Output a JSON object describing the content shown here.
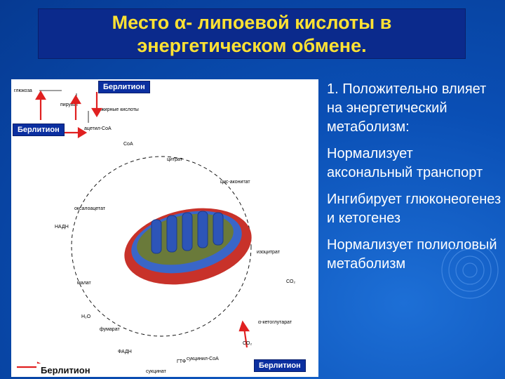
{
  "slide": {
    "title_line1": "Место α- липоевой  кислоты в",
    "title_line2": "энергетическом  обмене."
  },
  "tags": {
    "top": "Берлитион",
    "left": "Берлитион",
    "bottom_left": "Берлитион",
    "bottom_right": "Берлитион"
  },
  "diagram": {
    "top_left": [
      "глюкоза",
      "пируват",
      "жирные кислоты"
    ],
    "acetyl": "ацетил-СоА",
    "coa": "CoA",
    "citrate": "цитрат",
    "cis_aconitate": "цис-аконитат",
    "isocitrate": "изоцитрат",
    "alpha_kg": "α-кетоглутарат",
    "succinyl": "сукцинил-СоА",
    "succinate": "сукцинат",
    "fumarate": "фумарат",
    "malate": "малат",
    "oxaloacetate": "оксалоацетат",
    "nadh": "НАДН",
    "fadh": "ФАДН",
    "gtp": "ГТФ",
    "h2o": "H₂O",
    "co2": "CO₂"
  },
  "bullets": [
    "1. Положительно влияет на энергетический метаболизм:",
    "Нормализует аксональный транспорт",
    "Ингибирует глюконеогенез и кетогенез",
    "Нормализует полиоловый метаболизм"
  ],
  "colors": {
    "title_bg": "#0b2a8c",
    "title_text": "#ffe233",
    "arrow": "#e02020",
    "mitochondrion": "#c8322a"
  }
}
